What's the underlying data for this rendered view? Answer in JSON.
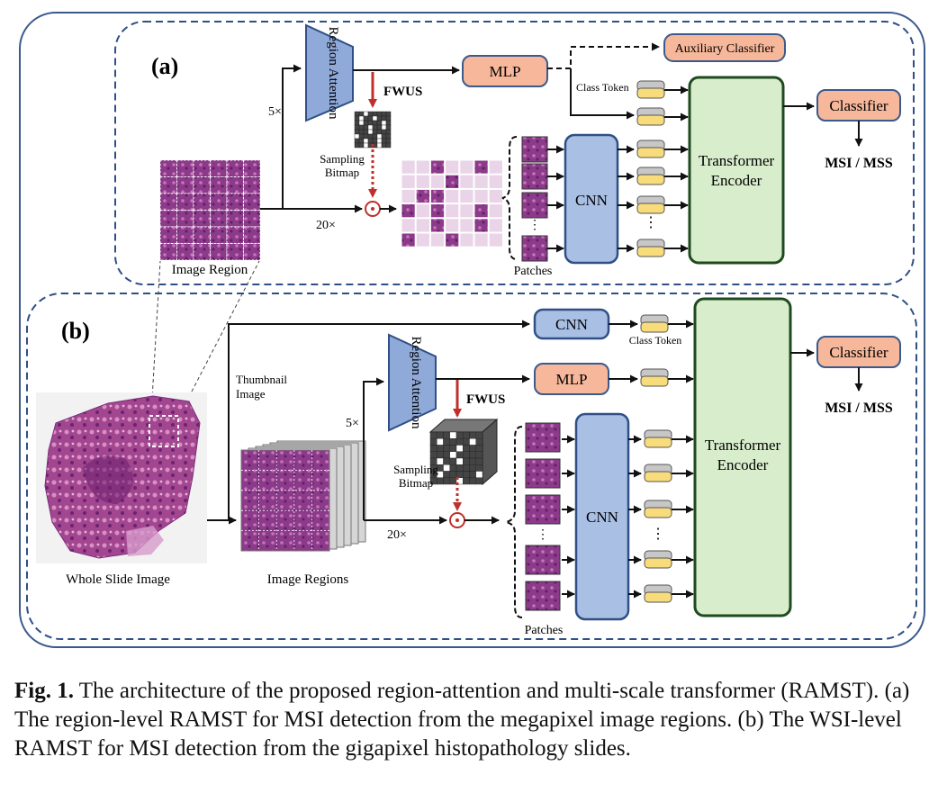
{
  "panel_a": {
    "label": "(a)",
    "region_attention": "Region Attention",
    "scale_5x": "5×",
    "scale_20x": "20×",
    "fwus": "FWUS",
    "sampling_bitmap": "Sampling Bitmap",
    "image_region": "Image Region",
    "mlp": "MLP",
    "auxiliary_classifier": "Auxiliary Classifier",
    "class_token": "Class Token",
    "cnn": "CNN",
    "patches": "Patches",
    "transformer_encoder": "Transformer Encoder",
    "classifier": "Classifier",
    "output": "MSI / MSS"
  },
  "panel_b": {
    "label": "(b)",
    "thumbnail_image": "Thumbnail Image",
    "cnn_top": "CNN",
    "class_token": "Class Token",
    "region_attention": "Region Attention",
    "fwus": "FWUS",
    "mlp": "MLP",
    "scale_5x": "5×",
    "scale_20x": "20×",
    "sampling_bitmap": "Sampling Bitmap",
    "whole_slide_image": "Whole Slide Image",
    "image_regions": "Image Regions",
    "cnn": "CNN",
    "patches": "Patches",
    "transformer_encoder": "Transformer Encoder",
    "classifier": "Classifier",
    "output": "MSI / MSS"
  },
  "caption": {
    "label": "Fig. 1.",
    "text": "The architecture of the proposed region-attention and multi-scale transformer (RAMST). (a) The region-level RAMST for MSI detection from the megapixel image regions. (b) The WSI-level RAMST for MSI detection from the gigapixel histopathology slides."
  },
  "colors": {
    "outer_border": "#3b5a8c",
    "panel_dash": "#2f4f86",
    "attention_fill": "#8fa9d8",
    "mlp_fill": "#f6b79a",
    "cnn_fill": "#a9c0e4",
    "encoder_fill": "#d8edcc",
    "encoder_border": "#1f4a1f",
    "token_fill": "#f8dc7c",
    "tissue": "#9b3f8f",
    "sample_red": "#c0302c"
  }
}
